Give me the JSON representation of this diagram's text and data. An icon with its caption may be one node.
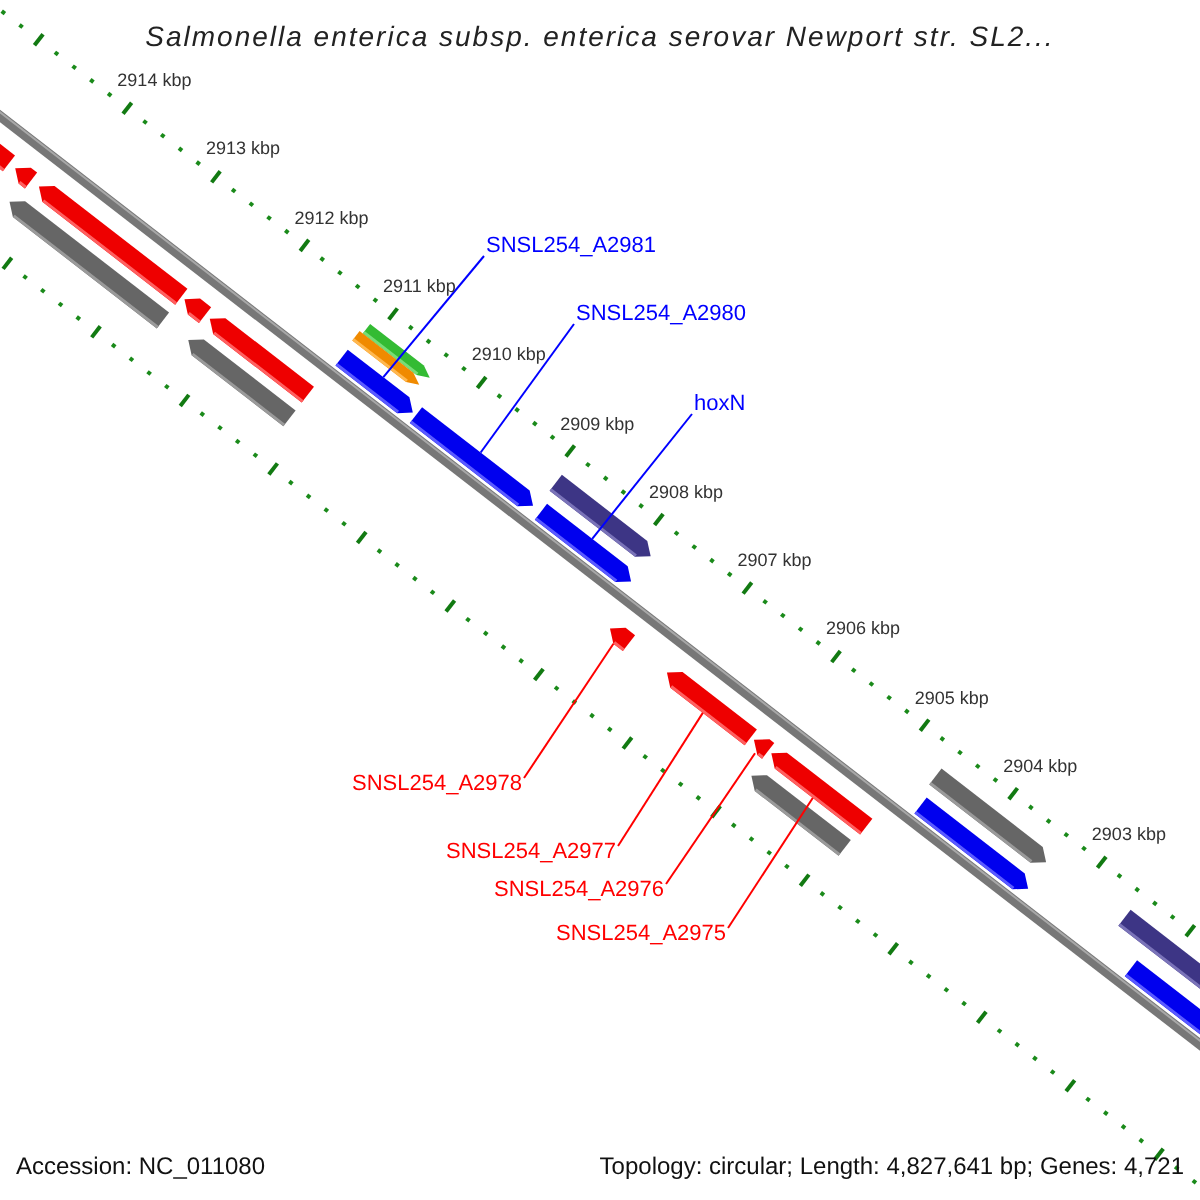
{
  "diagram": {
    "title": "Salmonella enterica subsp. enterica serovar Newport str. SL2...",
    "nodes": [
      {
        "text": [
          "SNSL254_A2981"
        ]
      },
      {
        "text": [
          "SNSL254_A2980"
        ]
      },
      {
        "text": [
          "hoxN"
        ]
      },
      {
        "text": [
          "SNSL254_A2978"
        ]
      },
      {
        "text": [
          "SNSL254_A2977"
        ]
      },
      {
        "text": [
          "SNSL254_A2976"
        ]
      },
      {
        "text": [
          "SNSL254_A2975"
        ]
      },
      {
        "text": [],
        "shape": "bar"
      },
      {
        "text": [],
        "shape": "bar"
      },
      {
        "text": [],
        "shape": "bar"
      },
      {
        "text": [],
        "shape": "bar"
      },
      {
        "text": [],
        "shape": "bar"
      },
      {
        "text": [],
        "shape": "bar"
      },
      {
        "text": [],
        "shape": "bar"
      },
      {
        "text": [],
        "shape": "bar"
      },
      {
        "text": [],
        "shape": "bar"
      },
      {
        "text": [],
        "shape": "bar"
      },
      {
        "text": [],
        "shape": "bar"
      },
      {
        "text": [],
        "shape": "bar"
      },
      {
        "text": [],
        "shape": "bar"
      },
      {
        "text": [],
        "shape": "bar"
      },
      {
        "text": [],
        "shape": "bar"
      },
      {
        "text": [],
        "shape": "bar"
      },
      {
        "text": [],
        "shape": "bar"
      },
      {
        "text": [],
        "shape": "bar"
      },
      {
        "text": [],
        "shape": "bar"
      },
      {
        "text": [],
        "shape": "bar"
      },
      {
        "text": [],
        "shape": "bar"
      },
      {
        "text": [],
        "shape": "bar"
      }
    ],
    "edges": [
      {
        "from": 0,
        "to": 7,
        "arrow": "none",
        "color": "#0000ff"
      },
      {
        "from": 1,
        "to": 8,
        "arrow": "none",
        "color": "#0000ff"
      },
      {
        "from": 2,
        "to": 9,
        "arrow": "none",
        "color": "#0000ff"
      },
      {
        "from": 3,
        "to": 10,
        "arrow": "none"
      },
      {
        "from": 4,
        "to": 11,
        "arrow": "none"
      },
      {
        "from": 5,
        "to": 12,
        "arrow": "none"
      },
      {
        "from": 6,
        "to": 13,
        "arrow": "none"
      }
    ],
    "labels": [
      "2914 kbp",
      "2913 kbp",
      "2912 kbp",
      "2911 kbp",
      "2910 kbp",
      "2909 kbp",
      "2908 kbp",
      "2907 kbp",
      "2906 kbp",
      "2905 kbp",
      "2904 kbp",
      "2903 kbp",
      "Accession: NC_011080",
      "Topology: circular; Length: 4,827,641 bp; Genes: 4,721"
    ]
  }
}
